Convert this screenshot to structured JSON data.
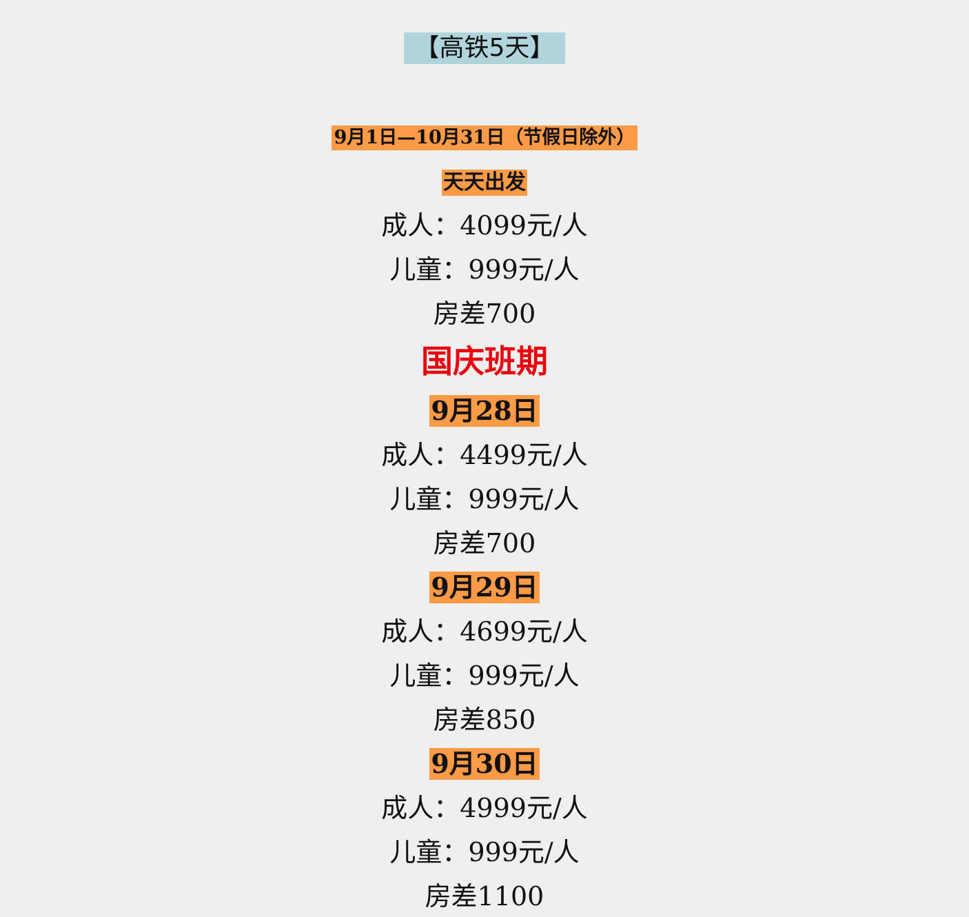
{
  "title": "【高铁5天】",
  "regular": {
    "date_range": "9月1日—10月31日（节假日除外）",
    "departure": "天天出发",
    "adult": "成人：4099元/人",
    "child": "儿童：999元/人",
    "room_diff": "房差700"
  },
  "holiday_heading": "国庆班期",
  "holiday_dates": [
    {
      "date": "9月28日",
      "adult": "成人：4499元/人",
      "child": "儿童：999元/人",
      "room_diff": "房差700"
    },
    {
      "date": "9月29日",
      "adult": "成人：4699元/人",
      "child": "儿童：999元/人",
      "room_diff": "房差850"
    },
    {
      "date": "9月30日",
      "adult": "成人：4999元/人",
      "child": "儿童：999元/人",
      "room_diff": "房差1100"
    }
  ],
  "colors": {
    "title_bg": "#b0d4dc",
    "highlight_bg": "#ff9a46",
    "holiday_text": "#e8000e",
    "page_bg": "#efefef"
  }
}
